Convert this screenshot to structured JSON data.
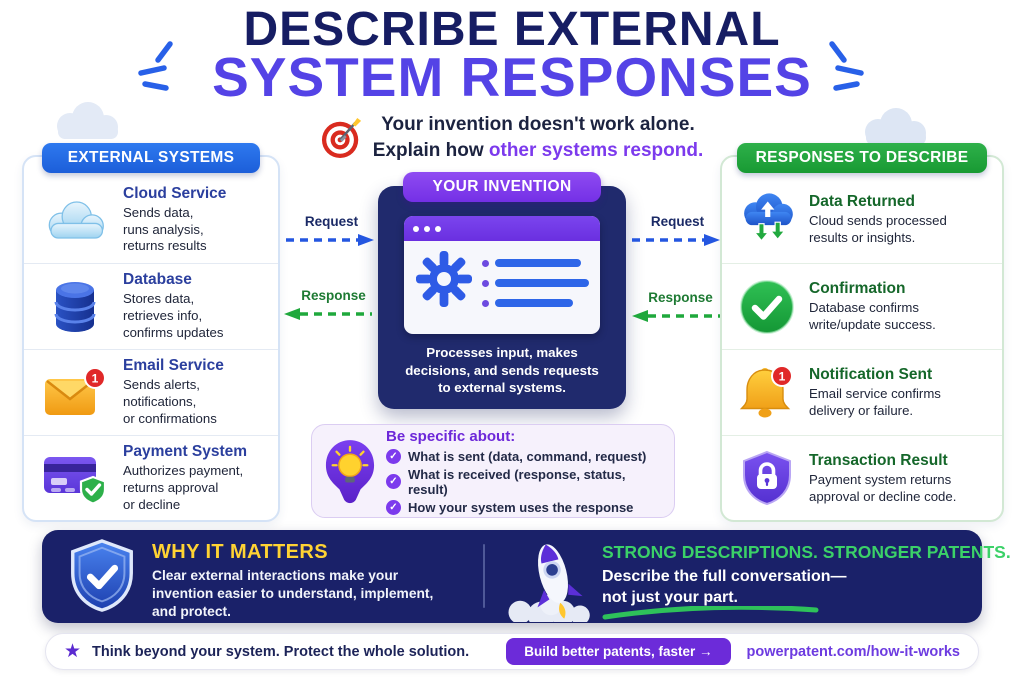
{
  "header": {
    "title_line1": "DESCRIBE EXTERNAL",
    "title_line2": "SYSTEM RESPONSES",
    "subtitle_line1": "Your invention doesn't work alone.",
    "subtitle_line2_prefix": "Explain how ",
    "subtitle_line2_highlight": "other systems respond.",
    "target_icon": "target-dart-icon"
  },
  "left_panel": {
    "header": "EXTERNAL SYSTEMS",
    "items": [
      {
        "icon": "cloud-icon",
        "title": "Cloud Service",
        "desc": "Sends data,\nruns analysis,\nreturns results"
      },
      {
        "icon": "database-icon",
        "title": "Database",
        "desc": "Stores data,\nretrieves info,\nconfirms updates"
      },
      {
        "icon": "email-icon",
        "badge": "1",
        "title": "Email Service",
        "desc": "Sends alerts,\nnotifications,\nor confirmations"
      },
      {
        "icon": "payment-card-icon",
        "title": "Payment System",
        "desc": "Authorizes payment,\nreturns approval\nor decline"
      }
    ]
  },
  "center": {
    "pill": "YOUR INVENTION",
    "description": "Processes input, makes\ndecisions, and sends requests\nto external systems.",
    "request_label": "Request",
    "response_label": "Response"
  },
  "right_panel": {
    "header": "RESPONSES TO DESCRIBE",
    "items": [
      {
        "icon": "cloud-sync-icon",
        "title": "Data Returned",
        "desc": "Cloud sends processed\nresults or insights."
      },
      {
        "icon": "check-circle-icon",
        "title": "Confirmation",
        "desc": "Database confirms\nwrite/update success."
      },
      {
        "icon": "bell-icon",
        "badge": "1",
        "title": "Notification Sent",
        "desc": "Email service confirms\ndelivery or failure."
      },
      {
        "icon": "shield-lock-icon",
        "title": "Transaction Result",
        "desc": "Payment system returns\napproval or decline code."
      }
    ]
  },
  "be_specific": {
    "icon": "lightbulb-icon",
    "title": "Be specific about:",
    "bullets": [
      "What is sent (data, command, request)",
      "What is received (response, status, result)",
      "How your system uses the response"
    ]
  },
  "why_it_matters": {
    "icon": "shield-check-icon",
    "heading": "WHY IT MATTERS",
    "body": "Clear external interactions make your\ninvention easier to understand, implement,\nand protect."
  },
  "strong_patents": {
    "icon": "rocket-icon",
    "heading": "STRONG DESCRIPTIONS. STRONGER PATENTS.",
    "body": "Describe the full conversation—\nnot just your part."
  },
  "footer": {
    "star_icon": "star-icon",
    "tagline": "Think beyond your system. Protect the whole solution.",
    "cta_button": "Build better patents, faster →",
    "url": "powerpatent.com/how-it-works"
  },
  "colors": {
    "navy_title": "#161d63",
    "indigo_title": "#5443e6",
    "purple_accent": "#7c3aed",
    "blue_pill": "#1f66e0",
    "green_pill": "#21a23a",
    "request_blue": "#2456e0",
    "response_green": "#1fa83c",
    "bar_navy": "#1a2169",
    "yellow_heading": "#ffd333",
    "green_heading": "#3bd168",
    "cta_purple": "#6c2bd9"
  }
}
